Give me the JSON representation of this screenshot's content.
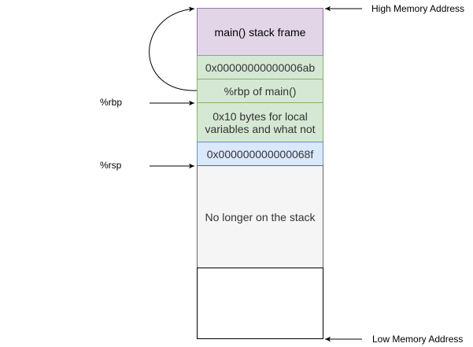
{
  "stack": {
    "frame_label": "main() stack frame",
    "return_address": "0x00000000000006ab",
    "saved_rbp": "%rbp of main()",
    "locals": "0x10 bytes for local variables and what not",
    "pushed_value": "0x000000000000068f",
    "freed_region": "No longer on the stack"
  },
  "labels": {
    "high_memory": "High Memory Address",
    "low_memory": "Low Memory Address",
    "rbp": "%rbp",
    "rsp": "%rsp"
  },
  "colors": {
    "frame_fill": "#e1d5e7",
    "frame_stroke": "#9673a6",
    "green_fill": "#d5e8d4",
    "green_stroke": "#82b366",
    "blue_fill": "#dae8fc",
    "blue_stroke": "#6c8ebf",
    "gray_fill": "#f5f5f5",
    "gray_stroke": "#666666"
  }
}
